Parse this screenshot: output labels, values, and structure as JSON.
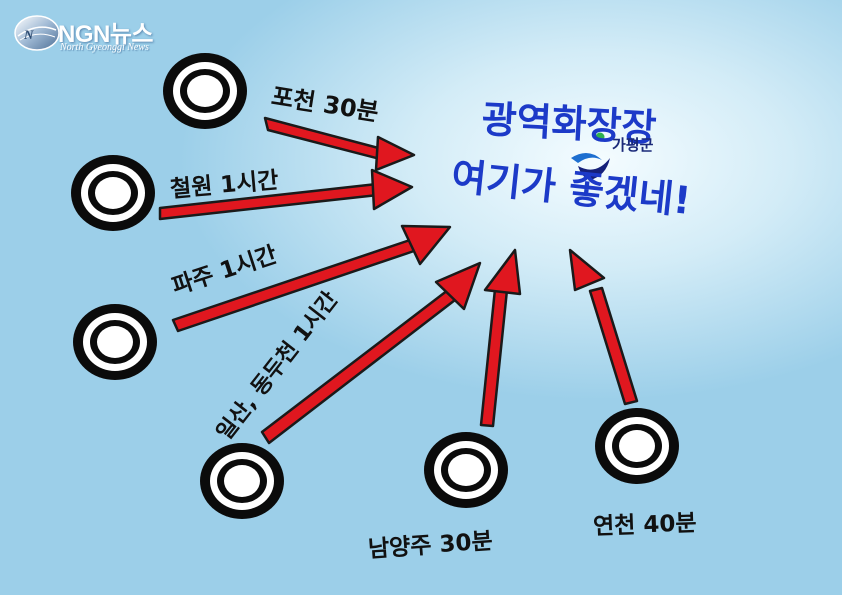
{
  "logo": {
    "name": "NGN뉴스",
    "subtitle": "North Gyeonggi News"
  },
  "headline": {
    "line1": "광역화장장",
    "line2": "여기가 좋겠네!"
  },
  "county_emblem": {
    "name": "가평군"
  },
  "routes": [
    {
      "label": "포천 30분"
    },
    {
      "label": "철원 1시간"
    },
    {
      "label": "파주 1시간"
    },
    {
      "label": "일산, 동두천 1시간"
    },
    {
      "label": "남양주 30분"
    },
    {
      "label": "연천 40분"
    }
  ],
  "colors": {
    "arrow_fill": "#e0171f",
    "arrow_outline": "#1a1a1a",
    "headline": "#1c3ac8",
    "target_ring": "#0b0b0b",
    "background_light": "#f4fcff",
    "background_dark": "#9ccfe9"
  }
}
